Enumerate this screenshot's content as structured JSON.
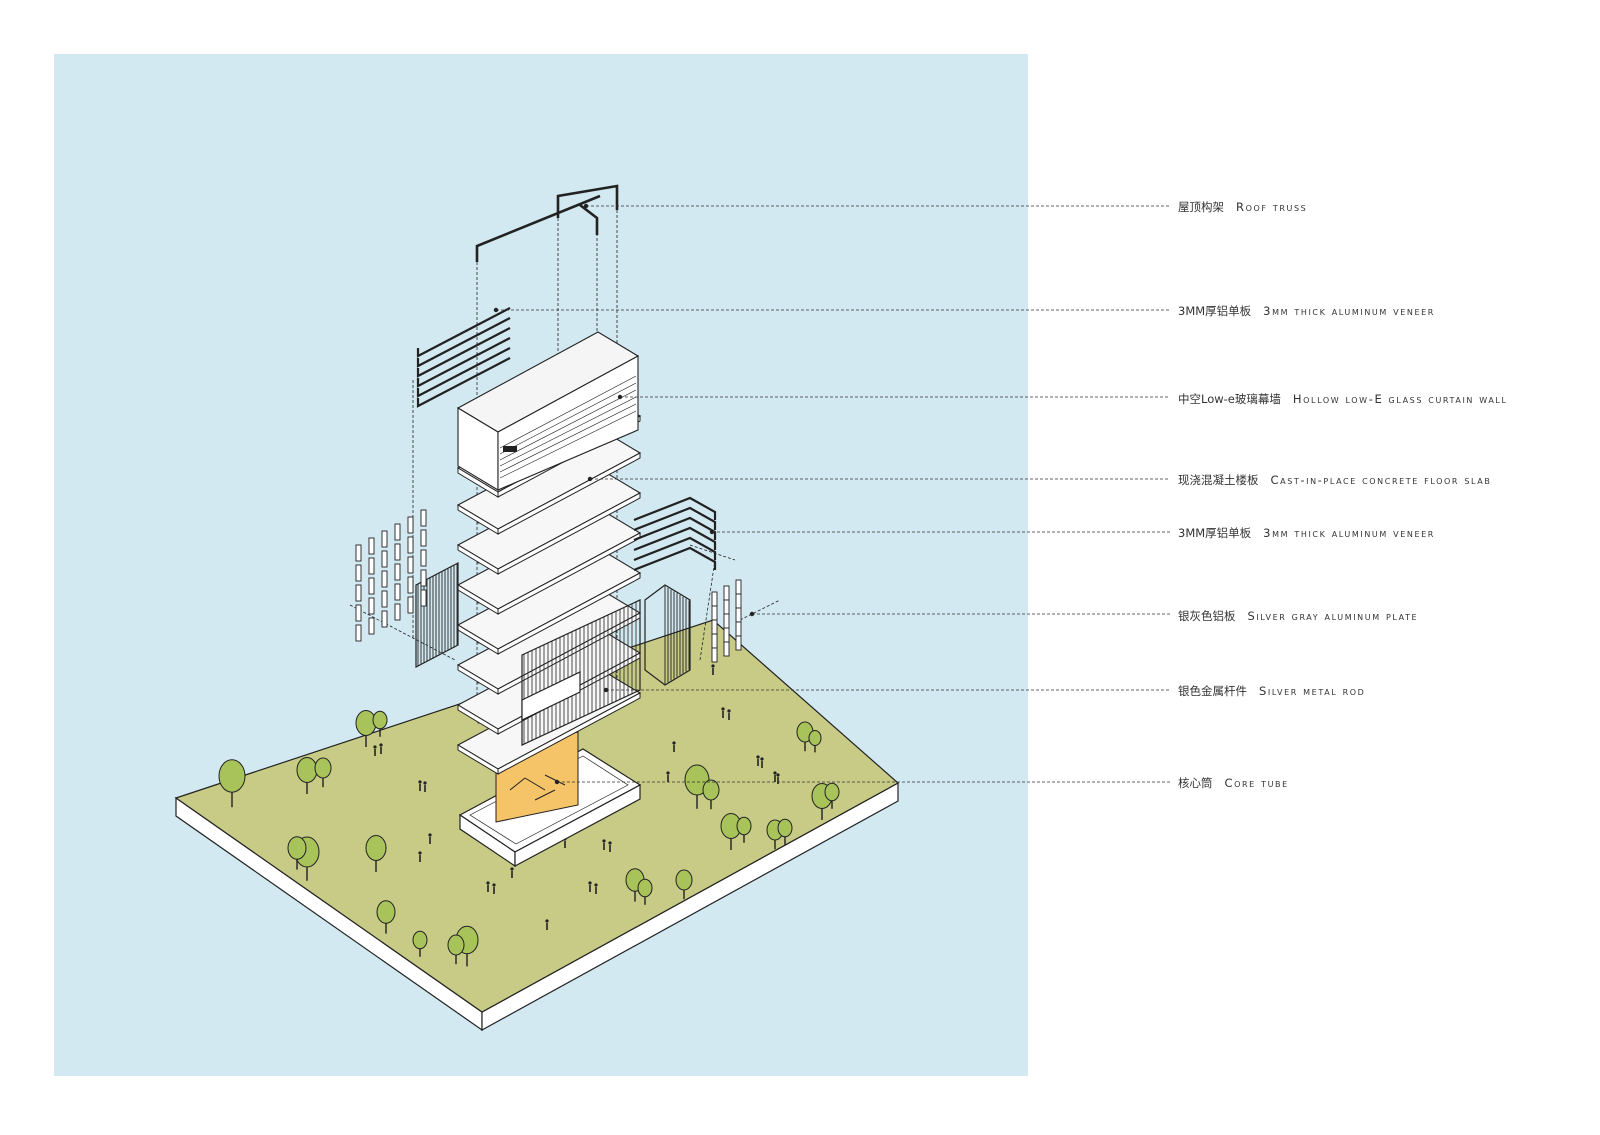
{
  "colors": {
    "background_panel": "#d3e9f1",
    "ground": "#c7cb86",
    "tree": "#a8c35a",
    "core_tube": "#f5c469",
    "line": "#222222",
    "leader": "#333333"
  },
  "labels": [
    {
      "id": "roof-truss",
      "cn": "屋顶构架",
      "en": "Roof truss"
    },
    {
      "id": "aluminum-veneer-top",
      "cn": "3MM厚铝单板",
      "en": "3mm thick aluminum veneer"
    },
    {
      "id": "glass-curtain-wall",
      "cn": "中空Low-e玻璃幕墙",
      "en": "Hollow low-E glass curtain wall"
    },
    {
      "id": "concrete-floor-slab",
      "cn": "现浇混凝土楼板",
      "en": "Cast-in-place concrete floor slab"
    },
    {
      "id": "aluminum-veneer-mid",
      "cn": "3MM厚铝单板",
      "en": "3mm thick aluminum veneer"
    },
    {
      "id": "aluminum-plate",
      "cn": "银灰色铝板",
      "en": "Silver gray aluminum plate"
    },
    {
      "id": "metal-rod",
      "cn": "银色金属杆件",
      "en": "Silver metal rod"
    },
    {
      "id": "core-tube",
      "cn": "核心筒",
      "en": "Core tube"
    }
  ],
  "icons": [
    "tree-icon",
    "person-icon"
  ]
}
